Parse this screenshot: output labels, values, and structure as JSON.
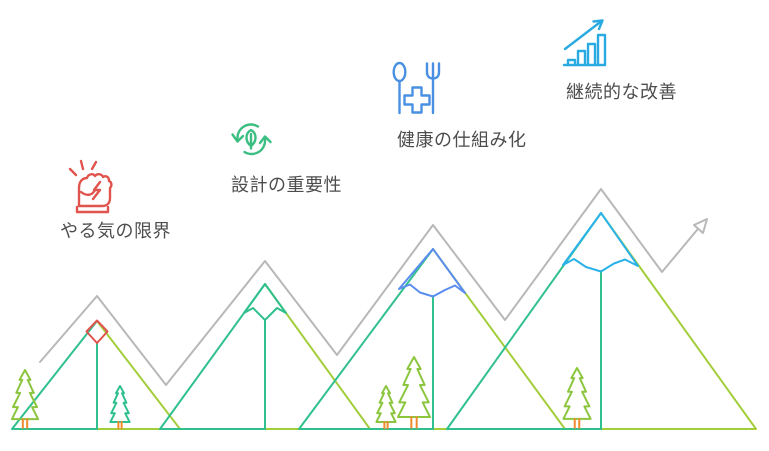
{
  "milestones": [
    {
      "order": 1,
      "label": "やる気の限界",
      "icon": "fist-icon",
      "accent": "#e0544d"
    },
    {
      "order": 2,
      "label": "設計の重要性",
      "icon": "leaf-cycle-icon",
      "accent": "#3cbe82"
    },
    {
      "order": 3,
      "label": "健康の仕組み化",
      "icon": "cutlery-medical-icon",
      "accent": "#4a90e2"
    },
    {
      "order": 4,
      "label": "継続的な改善",
      "icon": "growth-chart-icon",
      "accent": "#29abe2"
    }
  ],
  "scene": {
    "mountain_count": 4,
    "tree_count": 5,
    "trend_arrow_direction": "up-right"
  },
  "palette": {
    "teal": "#30c08d",
    "mint": "#e6f8ef",
    "mintcap": "#ecfbf4",
    "ygreen": "#a3ce3c",
    "yfill": "#f6fbdc",
    "red": "#e0544d",
    "redfill": "#fdeceb",
    "blue": "#5a8def",
    "bluefill": "#e9effd",
    "cyan": "#2bb3e9",
    "cyanfill": "#e1f5fd",
    "gray": "#b8b8b8",
    "orange": "#ef8b2d",
    "tree": "#8cc63f",
    "treefill": "#eaf7d0",
    "ink": "#4d4d4d",
    "icongreen": "#3cbe82",
    "iconblue": "#4a90e2",
    "iconcyan": "#29abe2"
  }
}
